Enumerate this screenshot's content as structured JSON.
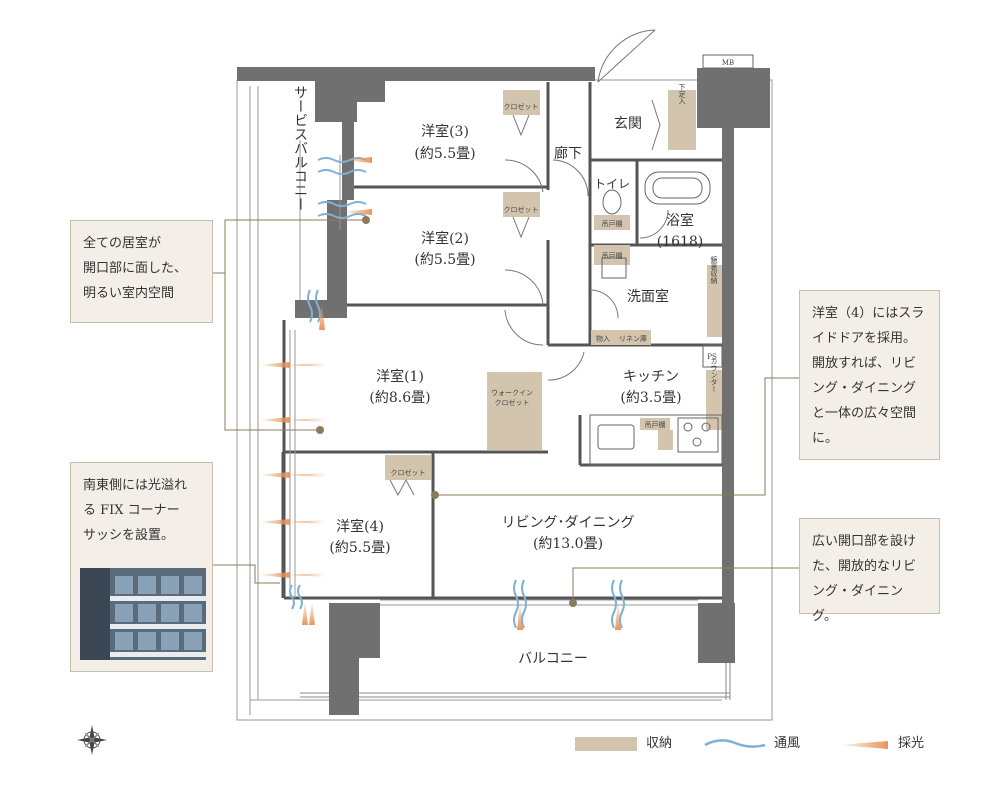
{
  "rooms": {
    "western3": {
      "name": "洋室(3)",
      "size": "(約5.5畳)"
    },
    "western2": {
      "name": "洋室(2)",
      "size": "(約5.5畳)"
    },
    "western1": {
      "name": "洋室(1)",
      "size": "(約8.6畳)"
    },
    "western4": {
      "name": "洋室(4)",
      "size": "(約5.5畳)"
    },
    "kitchen": {
      "name": "キッチン",
      "size": "(約3.5畳)"
    },
    "living": {
      "name": "リビング･ダイニング",
      "size": "(約13.0畳)"
    },
    "entrance": "玄関",
    "corridor": "廊下",
    "toilet": "トイレ",
    "bath": {
      "name": "浴室",
      "size": "(1618)"
    },
    "washroom": "洗面室",
    "service_balcony": "サービスバルコニー",
    "balcony": "バルコニー"
  },
  "storage_labels": {
    "closet": "クロゼット",
    "walk_in": [
      "ウォークイン",
      "クロゼット"
    ],
    "shoe_box": "下足入",
    "hanging_shelf": "吊戸棚",
    "storage": "物入",
    "linen": "リネン庫",
    "mirror_storage": "鏡裏収納",
    "counter": "カウンター",
    "ps": "PS",
    "mb": "MB"
  },
  "notes": {
    "rooms_openings": [
      "全ての居室が",
      "開口部に面した、",
      "明るい室内空間"
    ],
    "fix_sash": [
      "南東側には光溢れ",
      "る FIX コーナー",
      "サッシを設置。"
    ],
    "sliding_door": [
      "洋室（4）にはスラ",
      "イドドアを採用。",
      "開放すれば、リビ",
      "ング・ダイニング",
      "と一体の広々空間",
      "に。"
    ],
    "wide_opening": [
      "広い開口部を設け",
      "た、開放的なリビ",
      "ング・ダイニング。"
    ]
  },
  "legend": {
    "storage": "収納",
    "ventilation": "通風",
    "daylight": "採光"
  },
  "colors": {
    "wall": "#707070",
    "storage": "#d3c5ad",
    "ventilation": "#7fb0d6",
    "daylight": "#e8955a",
    "note_bg": "#f3efe8",
    "leader": "#8c7a5e"
  }
}
